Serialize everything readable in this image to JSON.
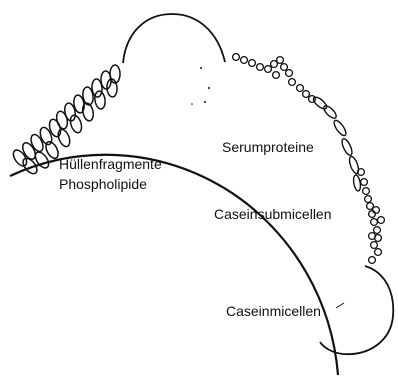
{
  "labels": {
    "membrane_fragments": "Hüllenfragmente",
    "phospholipids": "Phospholipide",
    "serum_proteins": "Serumproteine",
    "casein_submicelles": "Caseinsubmicellen",
    "casein_micelles": "Caseinmicellen"
  },
  "colors": {
    "stroke": "#111111",
    "background": "#ffffff"
  }
}
